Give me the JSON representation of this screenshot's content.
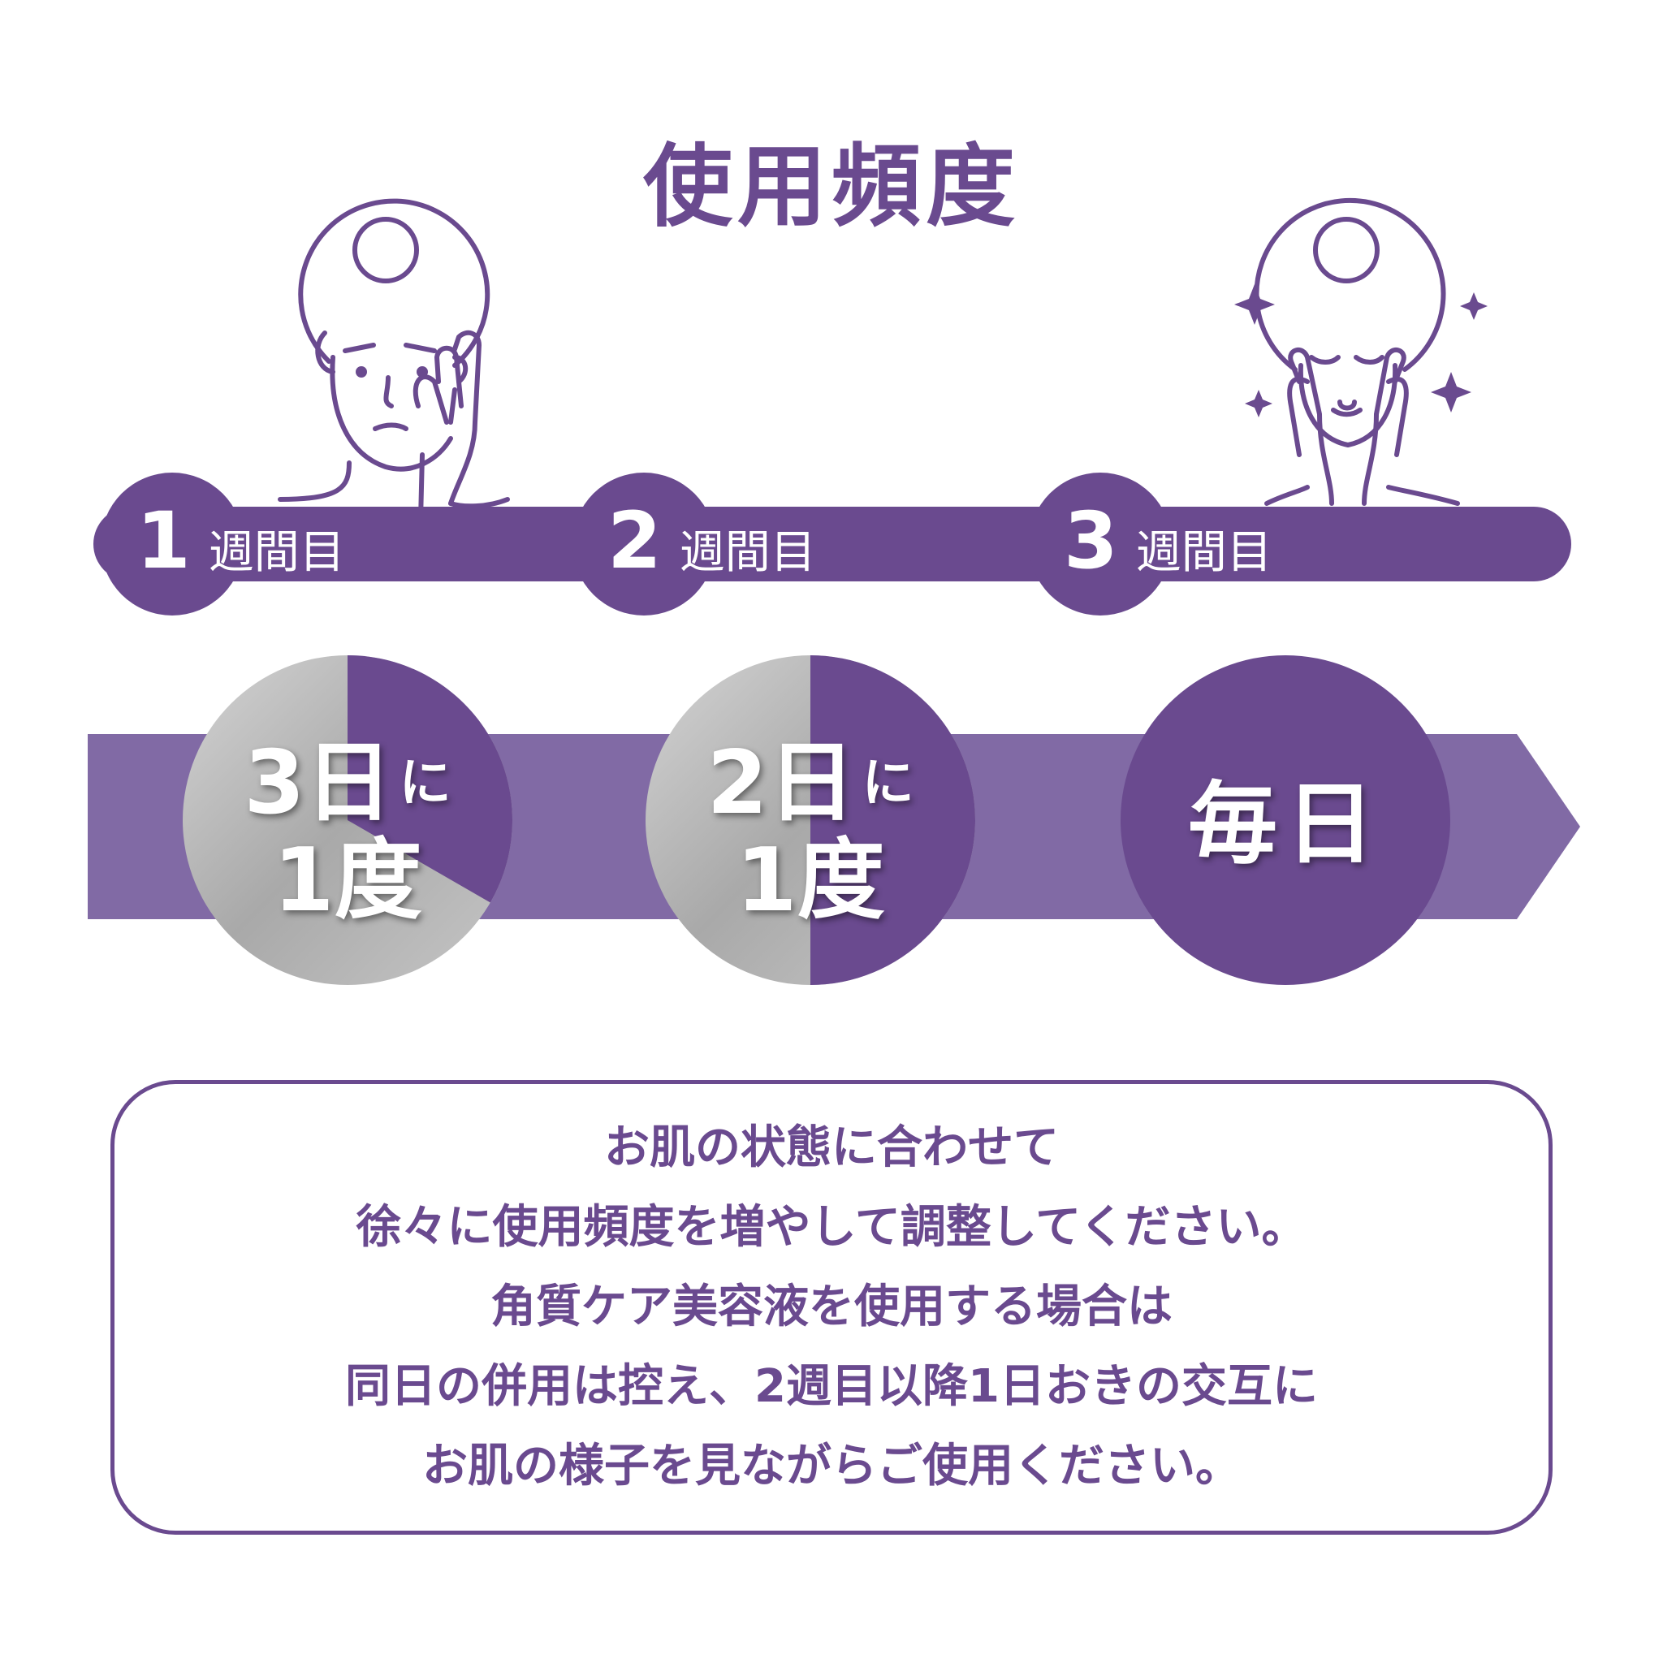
{
  "title": "使用頻度",
  "weeks": [
    {
      "number": "1",
      "label": "週間目"
    },
    {
      "number": "2",
      "label": "週間目"
    },
    {
      "number": "3",
      "label": "週間目"
    }
  ],
  "frequencies": [
    {
      "line1": "3日",
      "suffix": "に",
      "line2": "1度"
    },
    {
      "line1": "2日",
      "suffix": "に",
      "line2": "1度"
    },
    {
      "text": "毎日"
    }
  ],
  "note_lines": [
    "お肌の状態に合わせて",
    "徐々に使用頻度を増やして調整してください。",
    "角質ケア美容液を使用する場合は",
    "同日の併用は控え、2週目以降1日おきの交互に",
    "お肌の様子を見ながらご使用ください。"
  ],
  "colors": {
    "primary": "#6a4a8f",
    "arrow_band": "#816aa5",
    "silver": "#b8b8b8",
    "white": "#ffffff"
  },
  "icons": [
    "woman-concerned-icon",
    "woman-glowing-icon",
    "sparkle-icon"
  ]
}
